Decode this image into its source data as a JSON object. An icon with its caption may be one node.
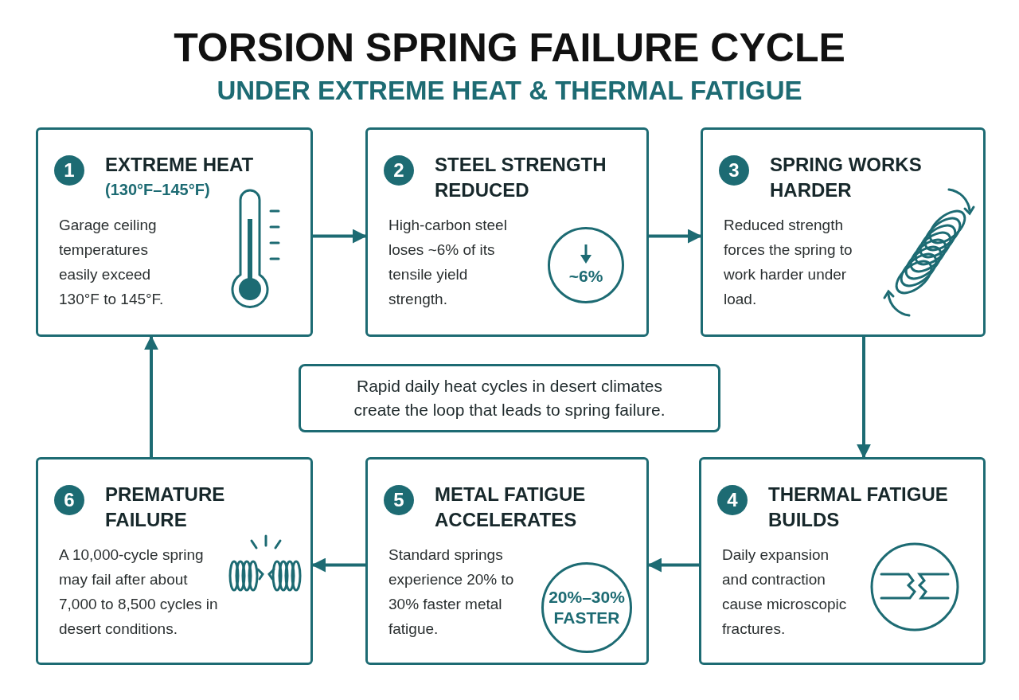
{
  "diagram": {
    "title": "TORSION SPRING FAILURE CYCLE",
    "nodes": [
      {
        "text": [
          "EXTREME HEAT",
          "(130°F–145°F)",
          "Garage ceiling temperatures easily exceed 130°F to 145°F."
        ]
      },
      {
        "text": [
          "1"
        ],
        "in": 0
      },
      {
        "text": [
          "STEEL STRENGTH REDUCED",
          "High-carbon steel loses ~6% of its tensile yield strength."
        ]
      },
      {
        "text": [
          "2"
        ],
        "in": 2
      },
      {
        "text": [
          "~6%"
        ],
        "in": 2
      },
      {
        "text": [
          "SPRING WORKS HARDER",
          "Reduced strength forces the spring to work harder under load."
        ]
      },
      {
        "text": [
          "3"
        ],
        "in": 5
      },
      {
        "text": [
          "Rapid daily heat cycles in desert climates create the loop that leads to spring failure."
        ]
      },
      {
        "text": [
          "PREMATURE FAILURE",
          "A 10,000-cycle spring may fail after about 7,000 to 8,500 cycles in desert conditions."
        ]
      },
      {
        "text": [
          "6"
        ],
        "in": 8
      },
      {
        "text": [
          "METAL FATIGUE ACCELERATES",
          "Standard springs experience 20% to 30% faster metal fatigue."
        ]
      },
      {
        "text": [
          "5"
        ],
        "in": 10
      },
      {
        "text": [
          "20%–30% FASTER"
        ],
        "in": 10
      },
      {
        "text": [
          "THERMAL FATIGUE BUILDS",
          "Daily expansion and contraction cause microscopic fractures."
        ]
      },
      {
        "text": [
          "4"
        ],
        "in": 13
      }
    ],
    "edges": [
      {
        "from": 0,
        "to": 2,
        "arrow": "to"
      },
      {
        "from": 2,
        "to": 5,
        "arrow": "to"
      },
      {
        "from": 5,
        "to": 13,
        "arrow": "to"
      },
      {
        "from": 13,
        "to": 10,
        "arrow": "to"
      },
      {
        "from": 10,
        "to": 8,
        "arrow": "to"
      },
      {
        "from": 8,
        "to": 0,
        "arrow": "to"
      }
    ],
    "labels": [
      "UNDER EXTREME HEAT & THERMAL FATIGUE"
    ]
  }
}
